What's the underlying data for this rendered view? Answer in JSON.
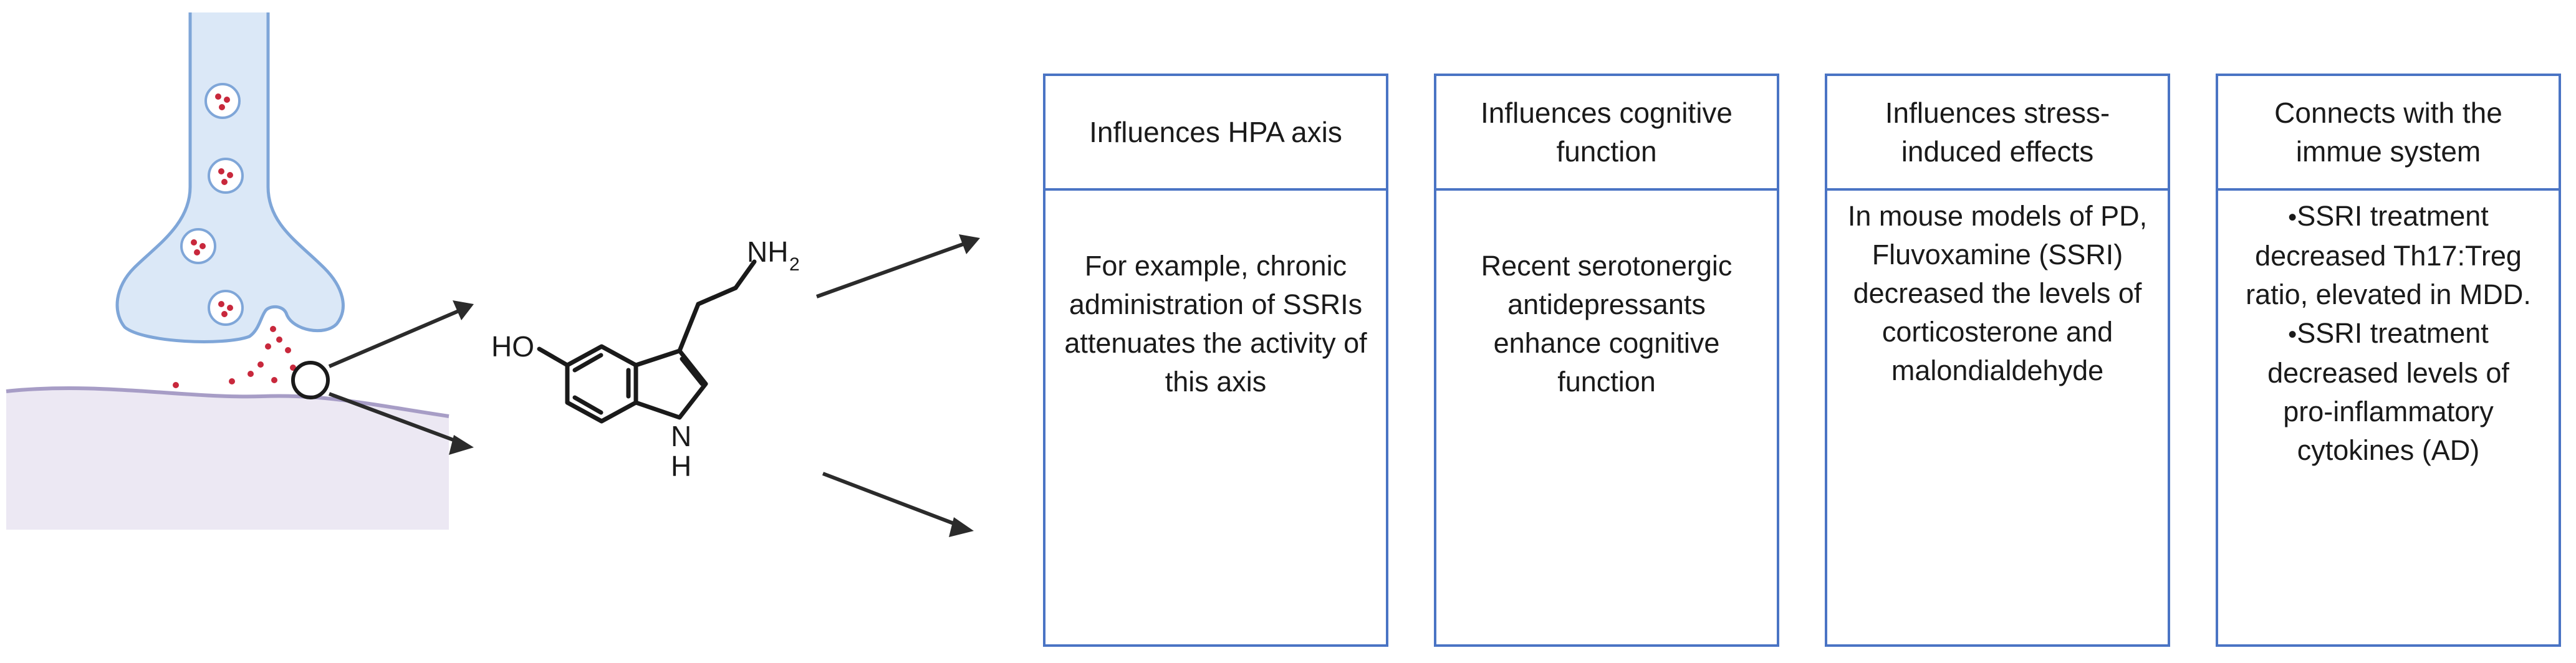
{
  "molecule": {
    "hydroxyl_label": "HO",
    "amine_label": "NH",
    "amine_subscript": "2",
    "indole_n_label": "N",
    "indole_h_label": "H"
  },
  "panels": [
    {
      "title": "Influences HPA axis",
      "body": "For example, chronic administration of SSRIs attenuates the activity of this axis"
    },
    {
      "title": "Influences cognitive function",
      "body": "Recent serotonergic antidepressants enhance cognitive function"
    },
    {
      "title": "Influences stress-induced effects",
      "body": "In mouse models of PD, Fluvoxamine (SSRI) decreased the levels of corticosterone and malondialdehyde"
    },
    {
      "title": "Connects with the immue system",
      "bullets": [
        "SSRI treatment decreased Th17:Treg ratio, elevated in MDD.",
        "SSRI treatment decreased levels of pro-inflammatory cytokines (AD)"
      ]
    }
  ],
  "colors": {
    "panel_border": "#4a74c4",
    "neuron_fill": "#dbe8f7",
    "neuron_stroke": "#7fa6d8",
    "postsynaptic_fill": "#ece8f3",
    "postsynaptic_stroke": "#a79dc6",
    "vesicle_dot": "#c8283c",
    "arrow": "#2b2b2b"
  }
}
